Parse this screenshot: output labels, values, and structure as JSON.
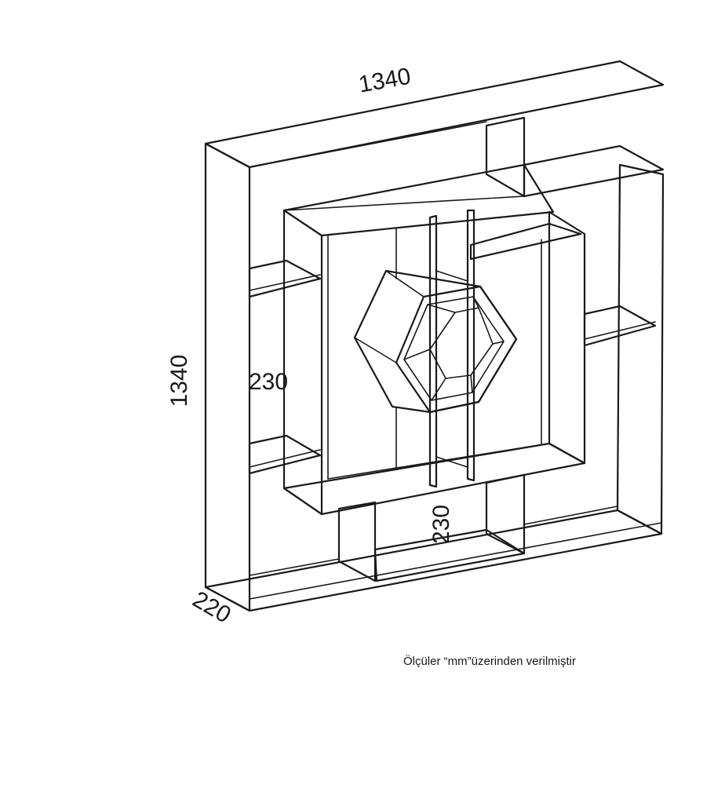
{
  "dimensions": {
    "width": "1340",
    "height": "1340",
    "depth": "220",
    "left_shelf_height": "230",
    "bottom_shelf_height": "230"
  },
  "caption": "Ölçüler “mm”üzerinden verilmiştir"
}
